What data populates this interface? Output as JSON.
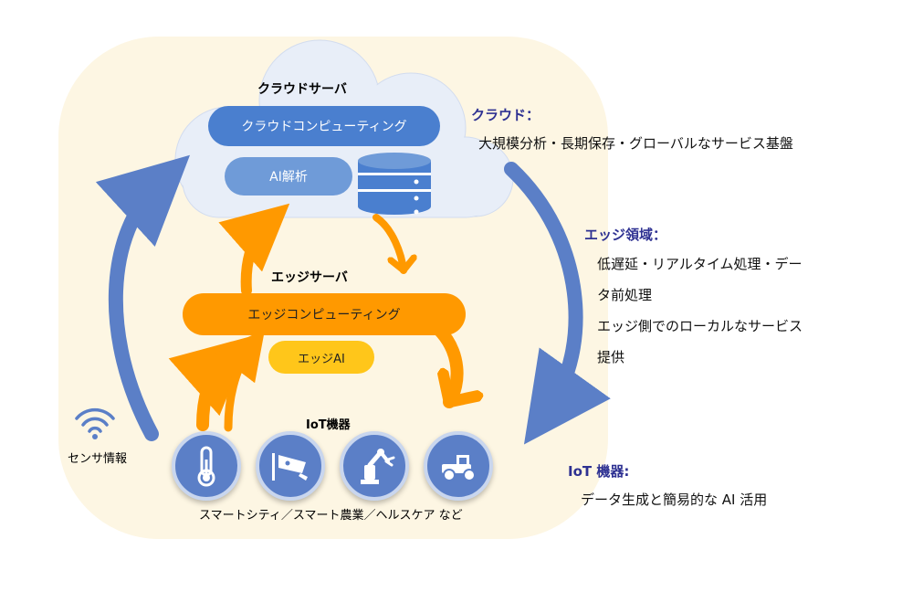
{
  "cloud": {
    "title": "クラウドサーバ",
    "computing_label": "クラウドコンピューティング",
    "ai_label": "AI解析"
  },
  "edge": {
    "title": "エッジサーバ",
    "computing_label": "エッジコンピューティング",
    "ai_label": "エッジAI"
  },
  "iot": {
    "title": "IoT機器",
    "caption": "スマートシティ／スマート農業／ヘルスケア など",
    "sensor_label": "センサ情報",
    "devices": [
      {
        "name": "thermometer-icon"
      },
      {
        "name": "security-camera-icon"
      },
      {
        "name": "robot-arm-icon"
      },
      {
        "name": "tractor-icon"
      }
    ]
  },
  "descriptions": {
    "cloud": {
      "title": "クラウド：",
      "lines": [
        "大規模分析・長期保存・グローバルなサービス基盤"
      ]
    },
    "edge": {
      "title": "エッジ領域：",
      "lines": [
        "低遅延・リアルタイム処理・デー",
        "タ前処理",
        "エッジ側でのローカルなサービス",
        "提供"
      ]
    },
    "iot": {
      "title": "IoT 機器:",
      "lines": [
        "データ生成と簡易的な AI 活用"
      ]
    }
  },
  "colors": {
    "background_panel": "#fdf6e3",
    "cloud_fill": "#e8eef8",
    "blue_pill": "#4a7fcf",
    "blue_pill_light": "#6f9bd8",
    "blue_arrow": "#5b7fc7",
    "orange": "#ff9900",
    "yellow": "#ffc61a",
    "title_purple": "#2e3192"
  }
}
